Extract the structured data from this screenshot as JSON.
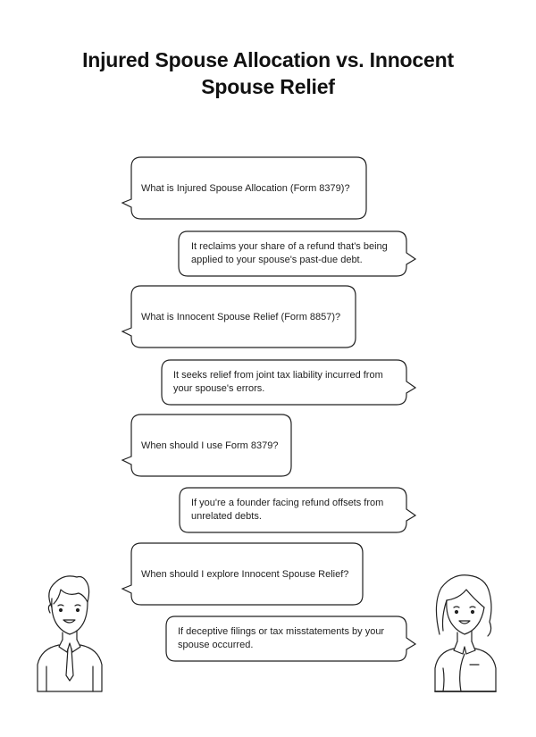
{
  "title": {
    "line1": "Injured Spouse Allocation vs. Innocent",
    "line2": "Spouse Relief"
  },
  "conversation": [
    {
      "speaker": "man",
      "side": "left",
      "text": "What is Injured Spouse Allocation (Form 8379)?"
    },
    {
      "speaker": "woman",
      "side": "right",
      "text_lines": [
        "It reclaims your share of a refund that's being",
        "applied to your spouse's past-due debt."
      ]
    },
    {
      "speaker": "man",
      "side": "left",
      "text": "What is Innocent Spouse Relief (Form 8857)?"
    },
    {
      "speaker": "woman",
      "side": "right",
      "text_lines": [
        "It seeks relief from joint tax liability incurred from",
        "your spouse's errors."
      ]
    },
    {
      "speaker": "man",
      "side": "left",
      "text": "When should I use Form 8379?"
    },
    {
      "speaker": "woman",
      "side": "right",
      "text_lines": [
        "If you're a founder facing refund offsets from",
        "unrelated debts."
      ]
    },
    {
      "speaker": "man",
      "side": "left",
      "text": "When should I explore Innocent Spouse Relief?"
    },
    {
      "speaker": "woman",
      "side": "right",
      "text_lines": [
        "If deceptive filings or tax misstatements by your",
        "spouse occurred."
      ]
    }
  ],
  "characters": {
    "left": "man-with-tie",
    "right": "woman-with-collar"
  },
  "colors": {
    "stroke": "#222222",
    "background": "#ffffff",
    "text": "#222222"
  }
}
